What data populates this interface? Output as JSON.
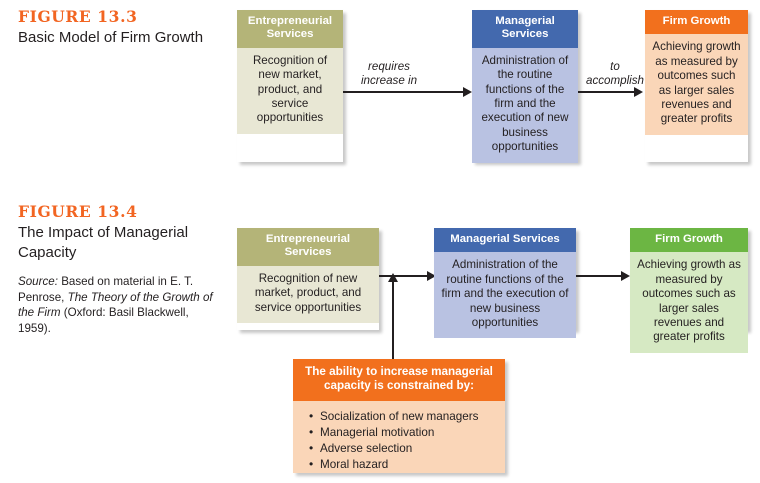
{
  "figures": [
    {
      "number": "FIGURE 13.3",
      "title": "Basic Model of Firm Growth",
      "boxes": [
        {
          "header": "Entrepreneurial Services",
          "body": "Recognition of new market, product, and service opportunities",
          "header_color": "#b4b478",
          "body_color": "#e8e7d4"
        },
        {
          "header": "Managerial Services",
          "body": "Administration of the routine functions of the firm and the execution of new business opportunities",
          "header_color": "#4369ae",
          "body_color": "#b9c2e2"
        },
        {
          "header": "Firm Growth",
          "body": "Achieving growth as measured by outcomes such as larger sales revenues and greater profits",
          "header_color": "#f2701d",
          "body_color": "#fad6b8"
        }
      ],
      "connectors": [
        {
          "line1": "requires",
          "line2": "increase in"
        },
        {
          "line1": "to",
          "line2": "accomplish"
        }
      ]
    },
    {
      "number": "FIGURE 13.4",
      "title": "The Impact of Managerial Capacity",
      "source_label": "Source:",
      "source_text_1": " Based on material in E. T. Penrose, ",
      "source_title": "The Theory of the Growth of the Firm",
      "source_text_2": " (Oxford: Basil Blackwell, 1959).",
      "boxes": [
        {
          "header": "Entrepreneurial Services",
          "body": "Recognition of new market, product, and service opportunities",
          "header_color": "#b4b478",
          "body_color": "#e8e7d4"
        },
        {
          "header": "Managerial Services",
          "body": "Administration of the routine functions of the firm and the execution of new business opportunities",
          "header_color": "#4369ae",
          "body_color": "#b9c2e2"
        },
        {
          "header": "Firm Growth",
          "body": "Achieving growth as measured by outcomes such as larger sales revenues and greater profits",
          "header_color": "#6cb643",
          "body_color": "#d6e9c3"
        }
      ],
      "constraint": {
        "header": "The ability to increase managerial capacity is constrained by:",
        "items": [
          "Socialization of new managers",
          "Managerial motivation",
          "Adverse selection",
          "Moral hazard"
        ],
        "header_color": "#f2701d",
        "body_color": "#fad6b8"
      }
    }
  ],
  "accent_color": "#f26522"
}
